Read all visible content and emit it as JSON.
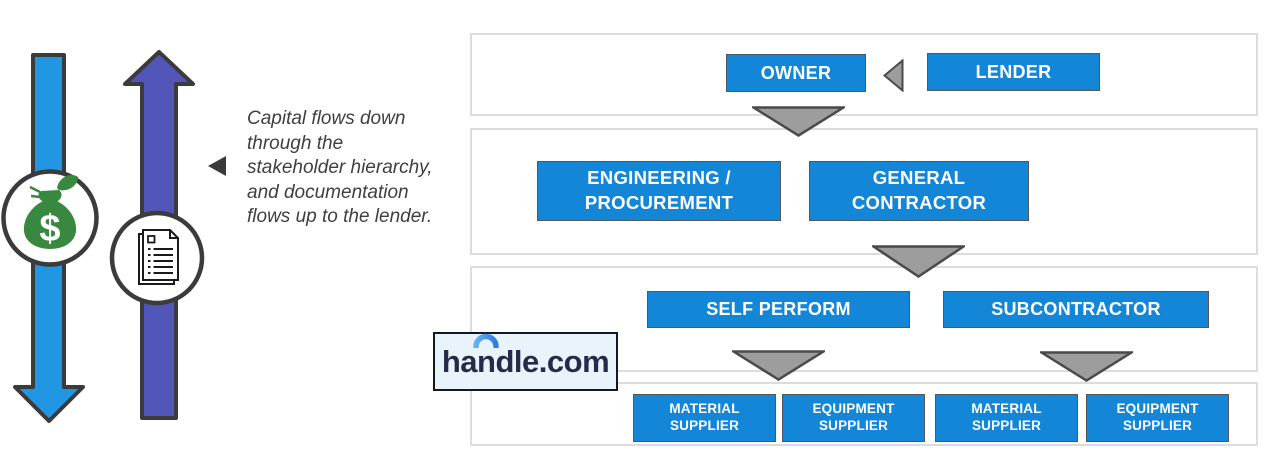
{
  "left_graphic": {
    "caption": "Capital flows down\nthrough the\nstakeholder hierarchy,\nand documentation\nflows up to the lender.",
    "money_symbol": "$",
    "icons": {
      "down_arrow": "capital-down-arrow",
      "up_arrow": "documentation-up-arrow",
      "money": "money-bag-icon",
      "documents": "documents-icon",
      "pointer": "caption-left-arrowhead-icon"
    }
  },
  "logo": {
    "text_before_arc": "ha",
    "arc_letter": "n",
    "text_after_arc": "dle.com"
  },
  "diagram": {
    "tier1": {
      "owner": "OWNER",
      "lender": "LENDER"
    },
    "tier2": {
      "engineering_procurement": "ENGINEERING /\nPROCUREMENT",
      "general_contractor": "GENERAL\nCONTRACTOR"
    },
    "tier3": {
      "self_perform": "SELF PERFORM",
      "subcontractor": "SUBCONTRACTOR"
    },
    "tier4": {
      "boxes": [
        "MATERIAL\nSUPPLIER",
        "EQUIPMENT\nSUPPLIER",
        "MATERIAL\nSUPPLIER",
        "EQUIPMENT\nSUPPLIER"
      ]
    }
  },
  "colors": {
    "box_blue": "#1486d8",
    "box_border": "#54575a",
    "panel_border": "#dcdcdc",
    "triangle_gray": "#9d9d9d",
    "triangle_border": "#4a4a4a",
    "arrow_blue": "#2196e3",
    "arrow_purple": "#5156b8",
    "outline_dark": "#3b3b3b",
    "money_green": "#38893f",
    "caption_text": "#3f3f3f",
    "logo_bg": "#e9f3fb",
    "logo_text": "#242c4a",
    "logo_arc_light": "#64b1f1",
    "logo_arc_dark": "#2f7ce2"
  }
}
